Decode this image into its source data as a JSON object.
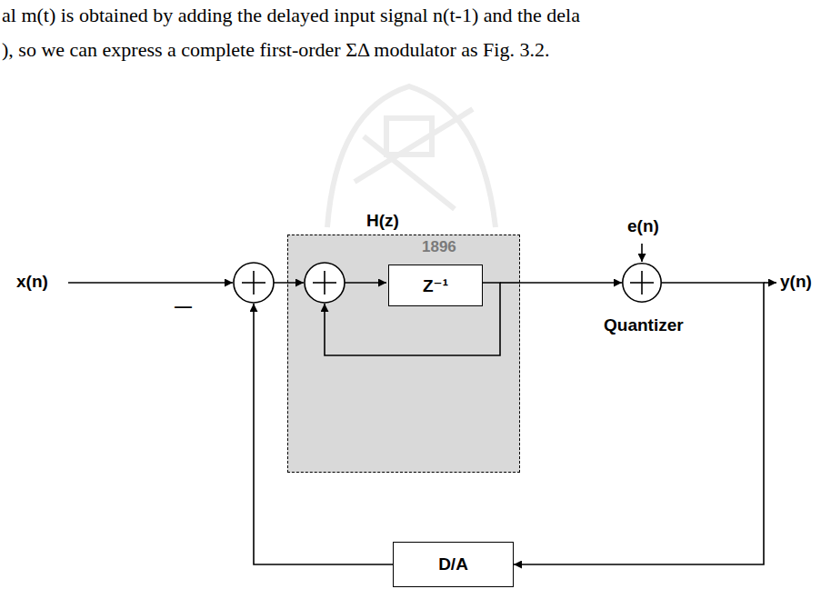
{
  "diagram": {
    "nodes": [
      {
        "text": [
          "H(z)"
        ]
      },
      {
        "text": [
          "Z⁻¹"
        ],
        "in": 0
      },
      {
        "text": [
          "Quantizer"
        ]
      },
      {
        "text": [
          "D/A"
        ]
      }
    ],
    "edges": [
      {
        "from": 0,
        "to": 2,
        "arrow": "to"
      },
      {
        "from": 2,
        "to": 3,
        "arrow": "to"
      }
    ],
    "labels": [
      "al m(t) is obtained by adding the delayed input signal n(t-1) and the dela",
      "), so we can express a complete first-order  ΣΔ  modulator as Fig. 3.2.",
      "1896",
      "x(n)",
      "—",
      "e(n)",
      "y(n)"
    ]
  }
}
